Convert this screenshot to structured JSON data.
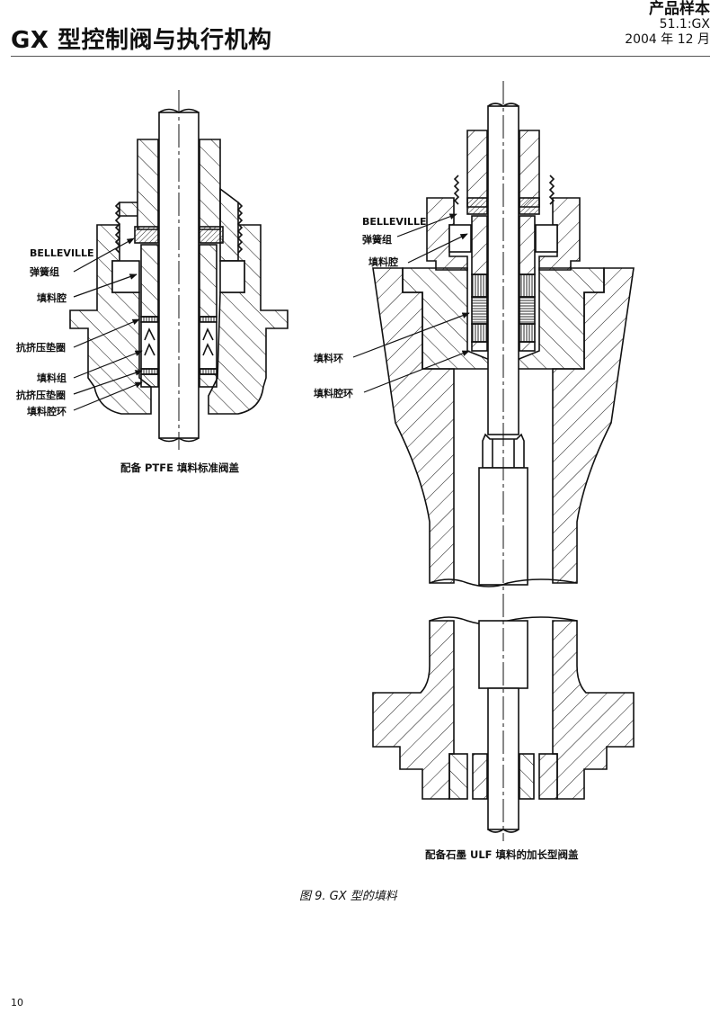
{
  "header": {
    "title": "GX 型控制阀与执行机构",
    "doc_type": "产品样本",
    "doc_number": "51.1:GX",
    "date": "2004 年 12 月"
  },
  "figure_left": {
    "caption": "配备 PTFE 填料标准阀盖",
    "labels": {
      "belleville": "BELLEVILLE",
      "spring_set": "弹簧组",
      "packing_box": "填料腔",
      "anti_extrusion_washer_1": "抗挤压垫圈",
      "packing_set": "填料组",
      "anti_extrusion_washer_2": "抗挤压垫圈",
      "packing_box_ring": "填料腔环"
    }
  },
  "figure_right": {
    "caption": "配备石墨 ULF 填料的加长型阀盖",
    "labels": {
      "belleville": "BELLEVILLE",
      "spring_set": "弹簧组",
      "packing_box": "填料腔",
      "packing_ring": "填料环",
      "packing_box_ring": "填料腔环"
    }
  },
  "figure_caption": "图 9. GX 型的填料",
  "page_number": "10"
}
